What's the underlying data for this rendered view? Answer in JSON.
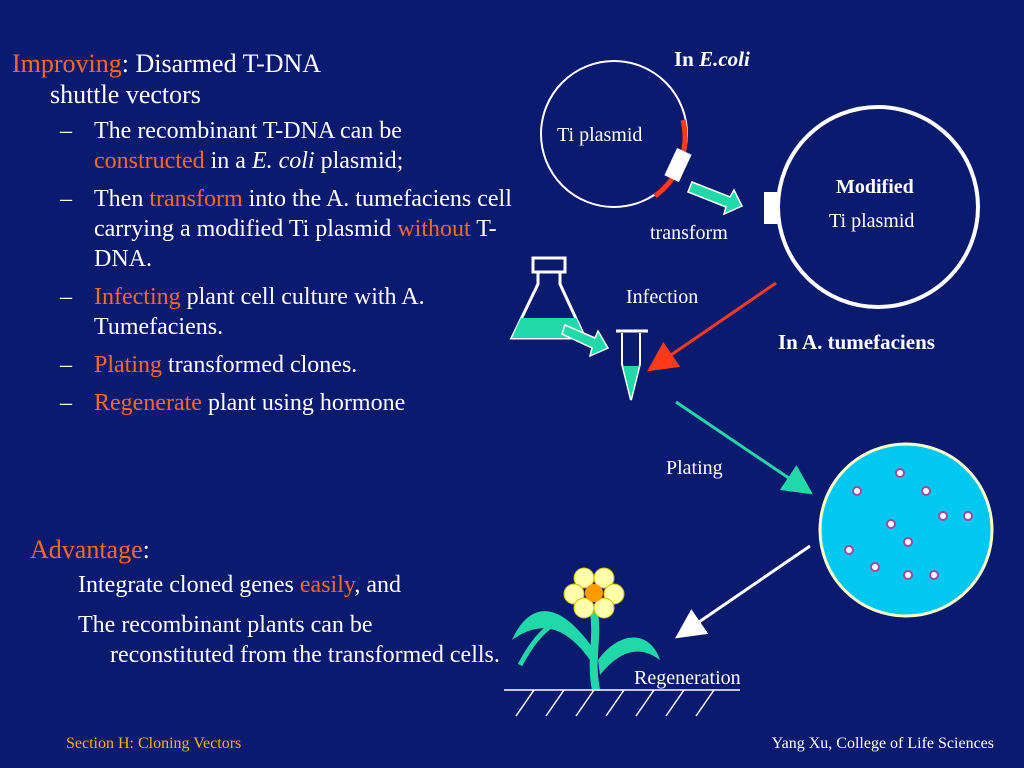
{
  "left": {
    "heading_hl": "Improving",
    "heading_rest": ": Disarmed T-DNA",
    "heading_cont": "shuttle vectors",
    "bullets": [
      {
        "pre": "The recombinant T-DNA can be ",
        "hl": "constructed",
        "post": " in a ",
        "ital": "E. coli",
        "post2": " plasmid;"
      },
      {
        "pre": "Then ",
        "hl": "transform",
        "post": " into the A. tumefaciens cell carrying a modified Ti plasmid ",
        "hl2": "without",
        "post2": " T-DNA."
      },
      {
        "pre": "",
        "hl": "Infecting",
        "post": " plant cell culture with A. Tumefaciens."
      },
      {
        "pre": "",
        "hl": "Plating",
        "post": " transformed clones."
      },
      {
        "pre": "",
        "hl": "Regenerate",
        "post": " plant using hormone"
      }
    ]
  },
  "advantage": {
    "title_hl": "Advantage",
    "title_rest": ":",
    "line1_pre": "Integrate cloned genes ",
    "line1_hl": "easily",
    "line1_post": ", and",
    "line2_a": "The recombinant plants can be",
    "line2_b": "reconstituted from the transformed cells."
  },
  "diagram": {
    "in_ecoli_prefix": "In ",
    "in_ecoli_ital": "E.coli",
    "ti_plasmid": "Ti plasmid",
    "transform": "transform",
    "modified": "Modified",
    "modified_ti": "Ti plasmid",
    "infection": "Infection",
    "in_atumefaciens": "In A. tumefaciens",
    "plating": "Plating",
    "regeneration": "Regeneration"
  },
  "footer": {
    "left": "Section H: Cloning Vectors",
    "right": "Yang Xu, College of Life Sciences"
  },
  "colors": {
    "background": "#0a1a6e",
    "highlight": "#ff6a1a",
    "arrow_green": "#20d8a8",
    "arrow_red": "#ff3a1a",
    "plate": "#00c8f0"
  }
}
